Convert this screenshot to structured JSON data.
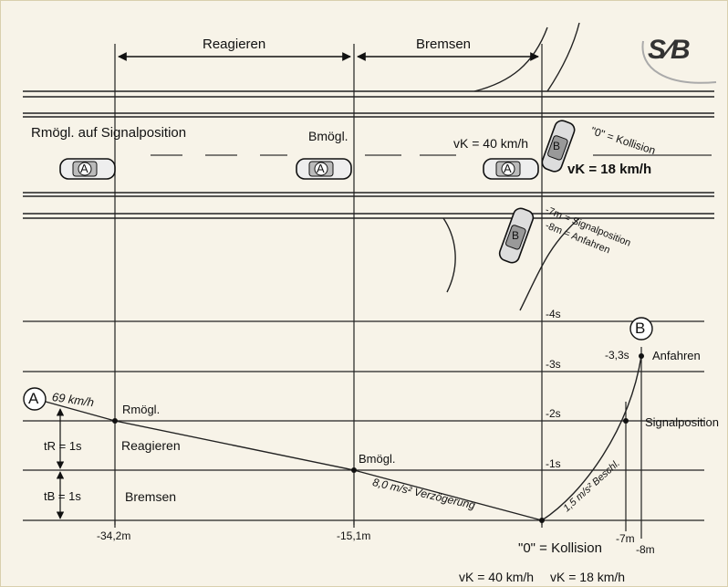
{
  "logo": {
    "text": "S⁄B"
  },
  "phases": {
    "reagieren": "Reagieren",
    "bremsen": "Bremsen"
  },
  "road": {
    "label_r": "Rmögl. auf Signalposition",
    "label_b": "Bmögl.",
    "label_vk40": "vK = 40 km/h",
    "label_vk18": "vK = 18 km/h",
    "label_kollision_top": "\"0\" = Kollision",
    "label_signal_top": "-7m = Signalposition",
    "label_anfahren_top": "-8m = Anfahren",
    "car_a": "A",
    "car_b": "B"
  },
  "timeline": {
    "time_ticks": [
      "-4s",
      "-3s",
      "-2s",
      "-1s"
    ],
    "marker_a": "A",
    "marker_b": "B",
    "speed_a": "69 km/h",
    "r_mogl": "Rmögl.",
    "b_mogl": "Bmögl.",
    "tr": "tR = 1s",
    "tb": "tB = 1s",
    "reagieren": "Reagieren",
    "bremsen": "Bremsen",
    "decel": "8,0 m/s² Verzögerung",
    "accel": "1,5 m/s² Beschl.",
    "b_time": "-3,3s",
    "anfahren": "Anfahren",
    "signalposition": "Signalposition",
    "dist_ticks": [
      "-34,2m",
      "-15,1m",
      "-7m",
      "-8m"
    ],
    "kollision": "\"0\" = Kollision",
    "vk40": "vK = 40 km/h",
    "vk18": "vK = 18 km/h"
  }
}
